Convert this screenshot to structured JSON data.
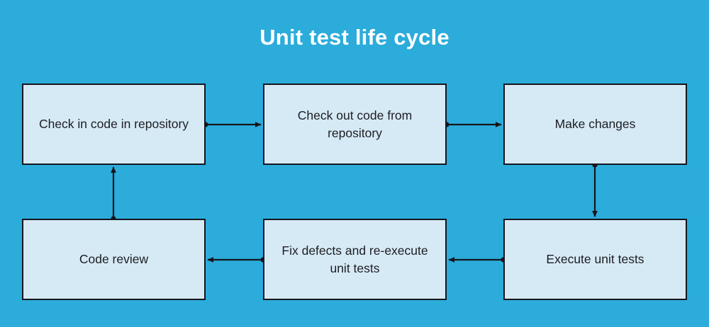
{
  "diagram": {
    "title": "Unit test life cycle",
    "background_color": "#2bacda",
    "node_fill_color": "#d6eaf6",
    "node_border_color": "#16161d",
    "edge_color": "#16161d",
    "title_color": "#ffffff",
    "type": "flowchart",
    "nodes": [
      {
        "id": "checkin",
        "label": "Check in code in repository",
        "row": 1,
        "col": 1
      },
      {
        "id": "checkout",
        "label": "Check out code from repository",
        "row": 1,
        "col": 2
      },
      {
        "id": "changes",
        "label": "Make changes",
        "row": 1,
        "col": 3
      },
      {
        "id": "review",
        "label": "Code review",
        "row": 2,
        "col": 1
      },
      {
        "id": "fix",
        "label": "Fix defects and re-execute unit tests",
        "row": 2,
        "col": 2
      },
      {
        "id": "execute",
        "label": "Execute unit tests",
        "row": 2,
        "col": 3
      }
    ],
    "edges": [
      {
        "from": "checkin",
        "to": "checkout",
        "direction": "right"
      },
      {
        "from": "checkout",
        "to": "changes",
        "direction": "right"
      },
      {
        "from": "changes",
        "to": "execute",
        "direction": "down"
      },
      {
        "from": "execute",
        "to": "fix",
        "direction": "left"
      },
      {
        "from": "fix",
        "to": "review",
        "direction": "left"
      },
      {
        "from": "review",
        "to": "checkin",
        "direction": "up"
      }
    ]
  }
}
